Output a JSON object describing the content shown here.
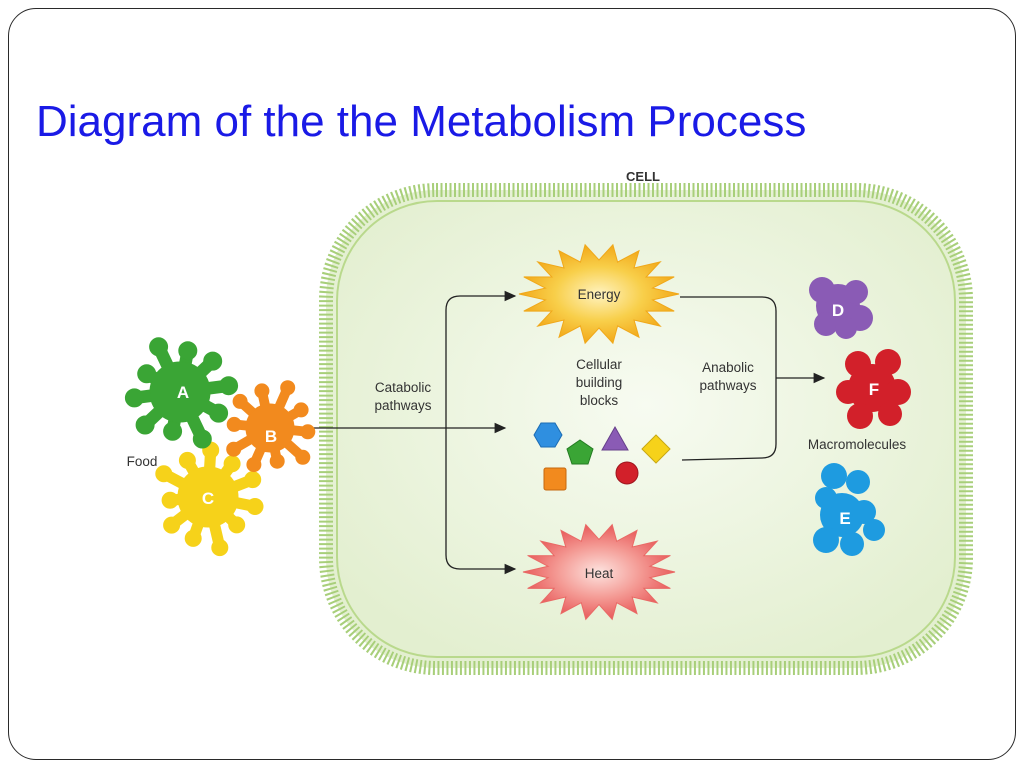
{
  "slide": {
    "title": "Diagram of the the Metabolism Process"
  },
  "diagram": {
    "cell_label": "CELL",
    "food_label": "Food",
    "food_molecules": [
      "A",
      "B",
      "C"
    ],
    "catabolic_label": [
      "Catabolic",
      "pathways"
    ],
    "energy_label": "Energy",
    "heat_label": "Heat",
    "building_blocks_label": [
      "Cellular",
      "building",
      "blocks"
    ],
    "anabolic_label": [
      "Anabolic",
      "pathways"
    ],
    "macromolecules_label": "Macromolecules",
    "macromolecules": [
      "D",
      "F",
      "E"
    ],
    "colors": {
      "title": "#1a1ae6",
      "cell_fill": "#eef6e2",
      "membrane": "#9cc46a",
      "molecule_a": "#3aa535",
      "molecule_b": "#f28a1e",
      "molecule_c": "#f6d21a",
      "molecule_d": "#8a5bb5",
      "molecule_e": "#1e9be0",
      "molecule_f": "#d2202a",
      "energy": "#f5b81c",
      "heat": "#ec7270"
    },
    "icons": [
      "hexagon-icon",
      "pentagon-icon",
      "triangle-icon",
      "diamond-icon",
      "square-icon",
      "circle-icon"
    ]
  }
}
